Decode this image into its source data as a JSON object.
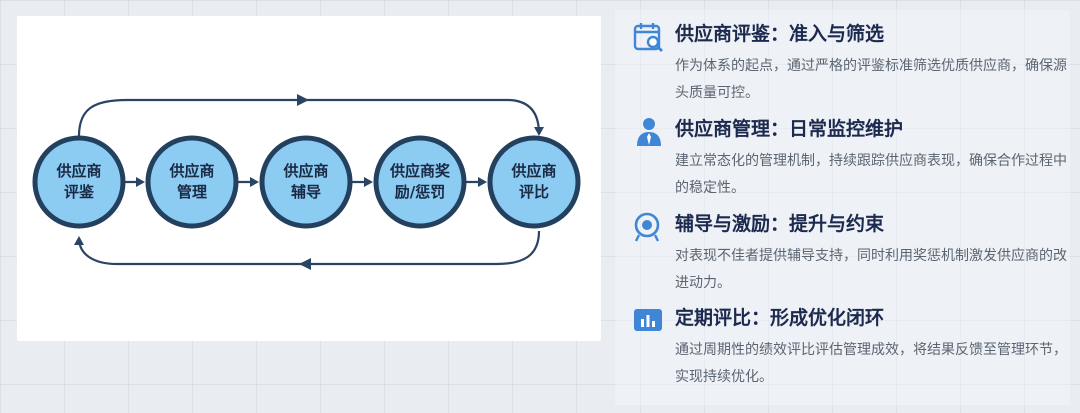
{
  "diagram": {
    "nodes": [
      {
        "label": "供应商\n评鉴"
      },
      {
        "label": "供应商\n管理"
      },
      {
        "label": "供应商\n辅导"
      },
      {
        "label": "供应商奖\n励/惩罚"
      },
      {
        "label": "供应商\n评比"
      }
    ],
    "colors": {
      "node_fill": "#8ccbf2",
      "node_stroke": "#23405f",
      "arrow": "#2a4464"
    }
  },
  "sections": [
    {
      "icon": "calendar-search-icon",
      "title": "供应商评鉴：准入与筛选",
      "desc": "作为体系的起点，通过严格的评鉴标准筛选优质供应商，确保源头质量可控。"
    },
    {
      "icon": "manager-person-icon",
      "title": "供应商管理：日常监控维护",
      "desc": "建立常态化的管理机制，持续跟踪供应商表现，确保合作过程中的稳定性。"
    },
    {
      "icon": "target-icon",
      "title": "辅导与激励：提升与约束",
      "desc": "对表现不佳者提供辅导支持，同时利用奖惩机制激发供应商的改进动力。"
    },
    {
      "icon": "bar-chart-icon",
      "title": "定期评比：形成优化闭环",
      "desc": "通过周期性的绩效评比评估管理成效，将结果反馈至管理环节，实现持续优化。"
    }
  ],
  "colors": {
    "accent": "#3f86d6",
    "title": "#1b2a4e",
    "text": "#5b6572"
  }
}
